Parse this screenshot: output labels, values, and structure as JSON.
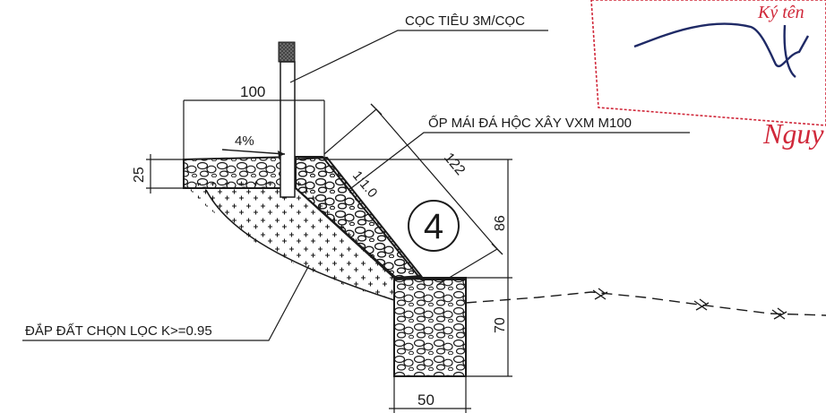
{
  "labels": {
    "marker_post": "CỌC TIÊU 3M/CỌC",
    "slope_lining": "ỐP MÁI ĐÁ HỘC XÂY VXM M100",
    "embankment_fill": "ĐẮP ĐẤT CHỌN LỌC K>=0.95",
    "crossfall": "4%",
    "slope_ratio": "1:1.0",
    "detail_number": "4"
  },
  "dimensions": {
    "top_width": "100",
    "lining_thickness": "25",
    "slope_length": "122",
    "slope_height": "86",
    "toe_height": "70",
    "toe_width": "50"
  },
  "stamp": {
    "text_fragment": "Ký tên",
    "signer_fragment": "Nguy",
    "color": "#d0283a"
  },
  "colors": {
    "ink": "#1a1a1a",
    "stamp_red": "#d0283a"
  }
}
